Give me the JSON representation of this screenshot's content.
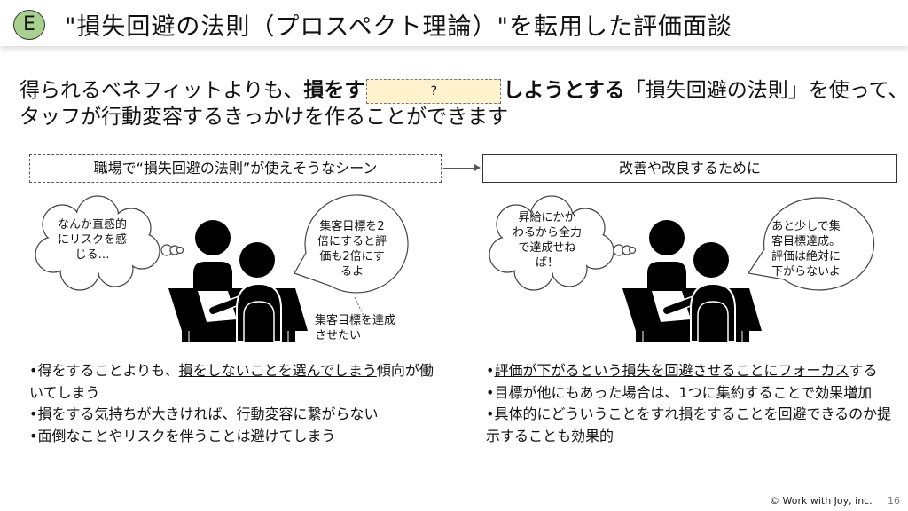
{
  "header": {
    "badge": "E",
    "title": "\"損失回避の法則（プロスペクト理論）\"を転用した評価面談"
  },
  "lead": {
    "l1_a": "得られるベネフィットよりも、",
    "l1_bold1": "損をす",
    "blank": "?",
    "l1_bold2": "しようとする",
    "l1_c": "「損失回避の法則」を使って、ス",
    "l2": "タッフが行動変容するきっかけを作ることができます"
  },
  "left": {
    "box": "職場で“損失回避の法則”が使えそうなシーン",
    "thought": [
      "なんか直感的",
      "にリスクを感",
      "じる…"
    ],
    "speech": [
      "集客目標を2",
      "倍にすると評",
      "価も2倍にす",
      "るよ"
    ],
    "note": [
      "集客目標を達成",
      "させたい"
    ],
    "bullets": [
      {
        "pre": "•得をすることよりも、",
        "u": "損をしないことを選んでしまう",
        "post": "傾向が働いてしまう"
      },
      {
        "pre": "•損をする気持ちが大きければ、行動変容に繋がらない",
        "u": "",
        "post": ""
      },
      {
        "pre": "•面倒なことやリスクを伴うことは避けてしまう",
        "u": "",
        "post": ""
      }
    ]
  },
  "right": {
    "box": "改善や改良するために",
    "thought": [
      "昇給にかか",
      "わるから全力",
      "で達成せね",
      "ば！"
    ],
    "speech": [
      "あと少しで集",
      "客目標達成。",
      "評価は絶対に",
      "下がらないよ"
    ],
    "bullets": [
      {
        "pre": "•",
        "u": "評価が下がるという損失を回避させることにフォーカス",
        "post": "する"
      },
      {
        "pre": "•目標が他にもあった場合は、1つに集約することで効果増加",
        "u": "",
        "post": ""
      },
      {
        "pre": "•具体的にどういうことをすれ損をすることを回避できるのか提示することも効果的",
        "u": "",
        "post": ""
      }
    ]
  },
  "footer": {
    "copyright": "© Work with Joy, inc.",
    "page": "16"
  },
  "colors": {
    "badge": "#a9d18e",
    "blank": "#fff2cc"
  }
}
